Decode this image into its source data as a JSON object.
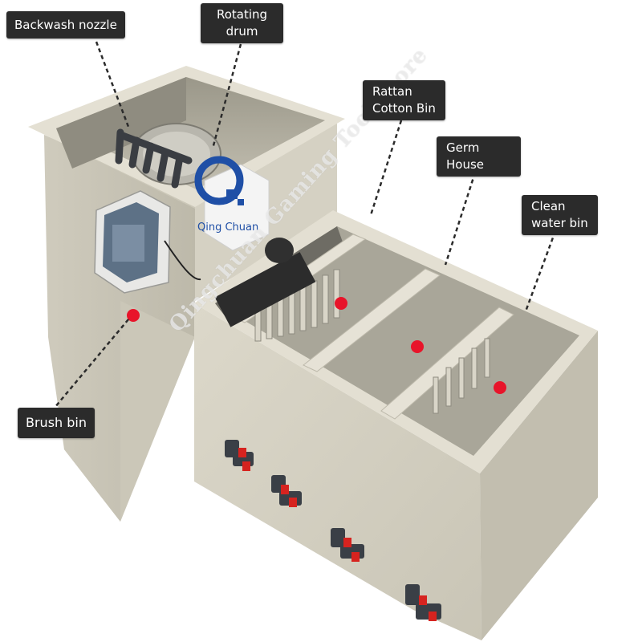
{
  "labels": {
    "backwash_nozzle": "Backwash nozzle",
    "rotating_drum": [
      "Rotating",
      "drum"
    ],
    "rattan_cotton_bin": [
      "Rattan",
      "Cotton Bin"
    ],
    "germ_house": [
      "Germ",
      "House"
    ],
    "clean_water_bin": [
      "Clean",
      "water bin"
    ],
    "brush_bin": "Brush bin"
  },
  "logo": {
    "left": "Qing",
    "right": "Chuan",
    "brand_color": "#1f4fa6"
  },
  "watermark": "Qingchuan Gaming Tool Store",
  "colors": {
    "tank_body": "#d6d2c4",
    "label_bg": "#2b2b2b",
    "marker": "#e8142a"
  }
}
